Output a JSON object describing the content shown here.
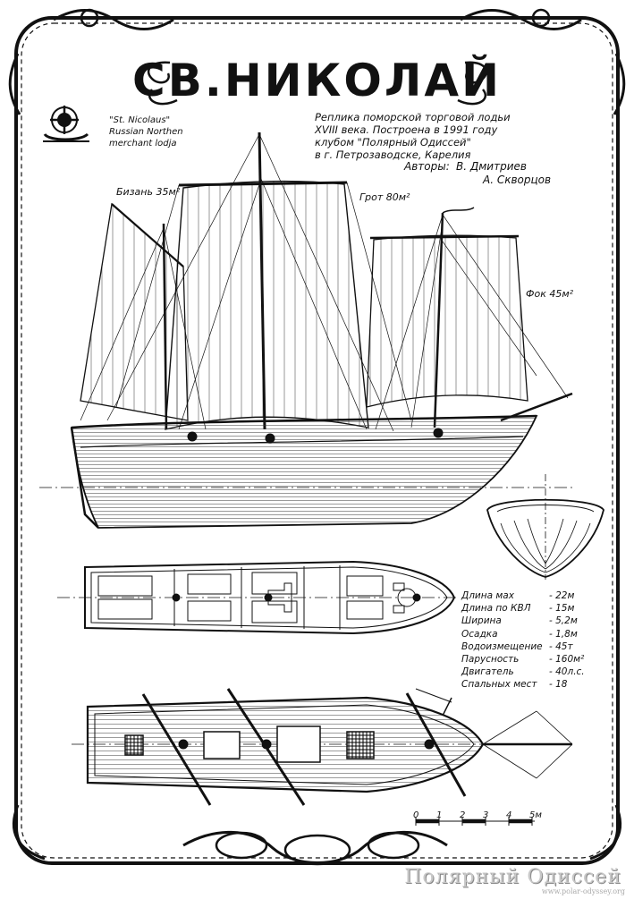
{
  "title": "СВ.НИКОЛАЙ",
  "english_caption": [
    "\"St. Nicolaus\"",
    "Russian Northen",
    "merchant lodja"
  ],
  "description": [
    "Реплика поморской торговой лодьи",
    "XVIII века. Построена в 1991 году",
    "клубом \"Полярный Одиссей\"",
    "в г. Петрозаводске, Карелия"
  ],
  "authors_label": "Авторы:",
  "authors": [
    "В. Дмитриев",
    "А. Скворцов"
  ],
  "sail_labels": {
    "mizzen": "Бизань 35м²",
    "main": "Грот 80м²",
    "fore": "Фок 45м²"
  },
  "specs": [
    {
      "label": "Длина мах",
      "value": "- 22м"
    },
    {
      "label": "Длина по КВЛ",
      "value": "- 15м"
    },
    {
      "label": "Ширина",
      "value": "- 5,2м"
    },
    {
      "label": "Осадка",
      "value": "- 1,8м"
    },
    {
      "label": "Водоизмещение",
      "value": "- 45т"
    },
    {
      "label": "Парусность",
      "value": "- 160м²"
    },
    {
      "label": "Двигатель",
      "value": "- 40л.с."
    },
    {
      "label": "Спальных мест",
      "value": "- 18"
    }
  ],
  "scale": {
    "ticks": [
      "0",
      "1",
      "2",
      "3",
      "4",
      "5м"
    ]
  },
  "watermark": {
    "text": "Полярный Одиссей",
    "url": "www.polar-odyssey.org"
  }
}
